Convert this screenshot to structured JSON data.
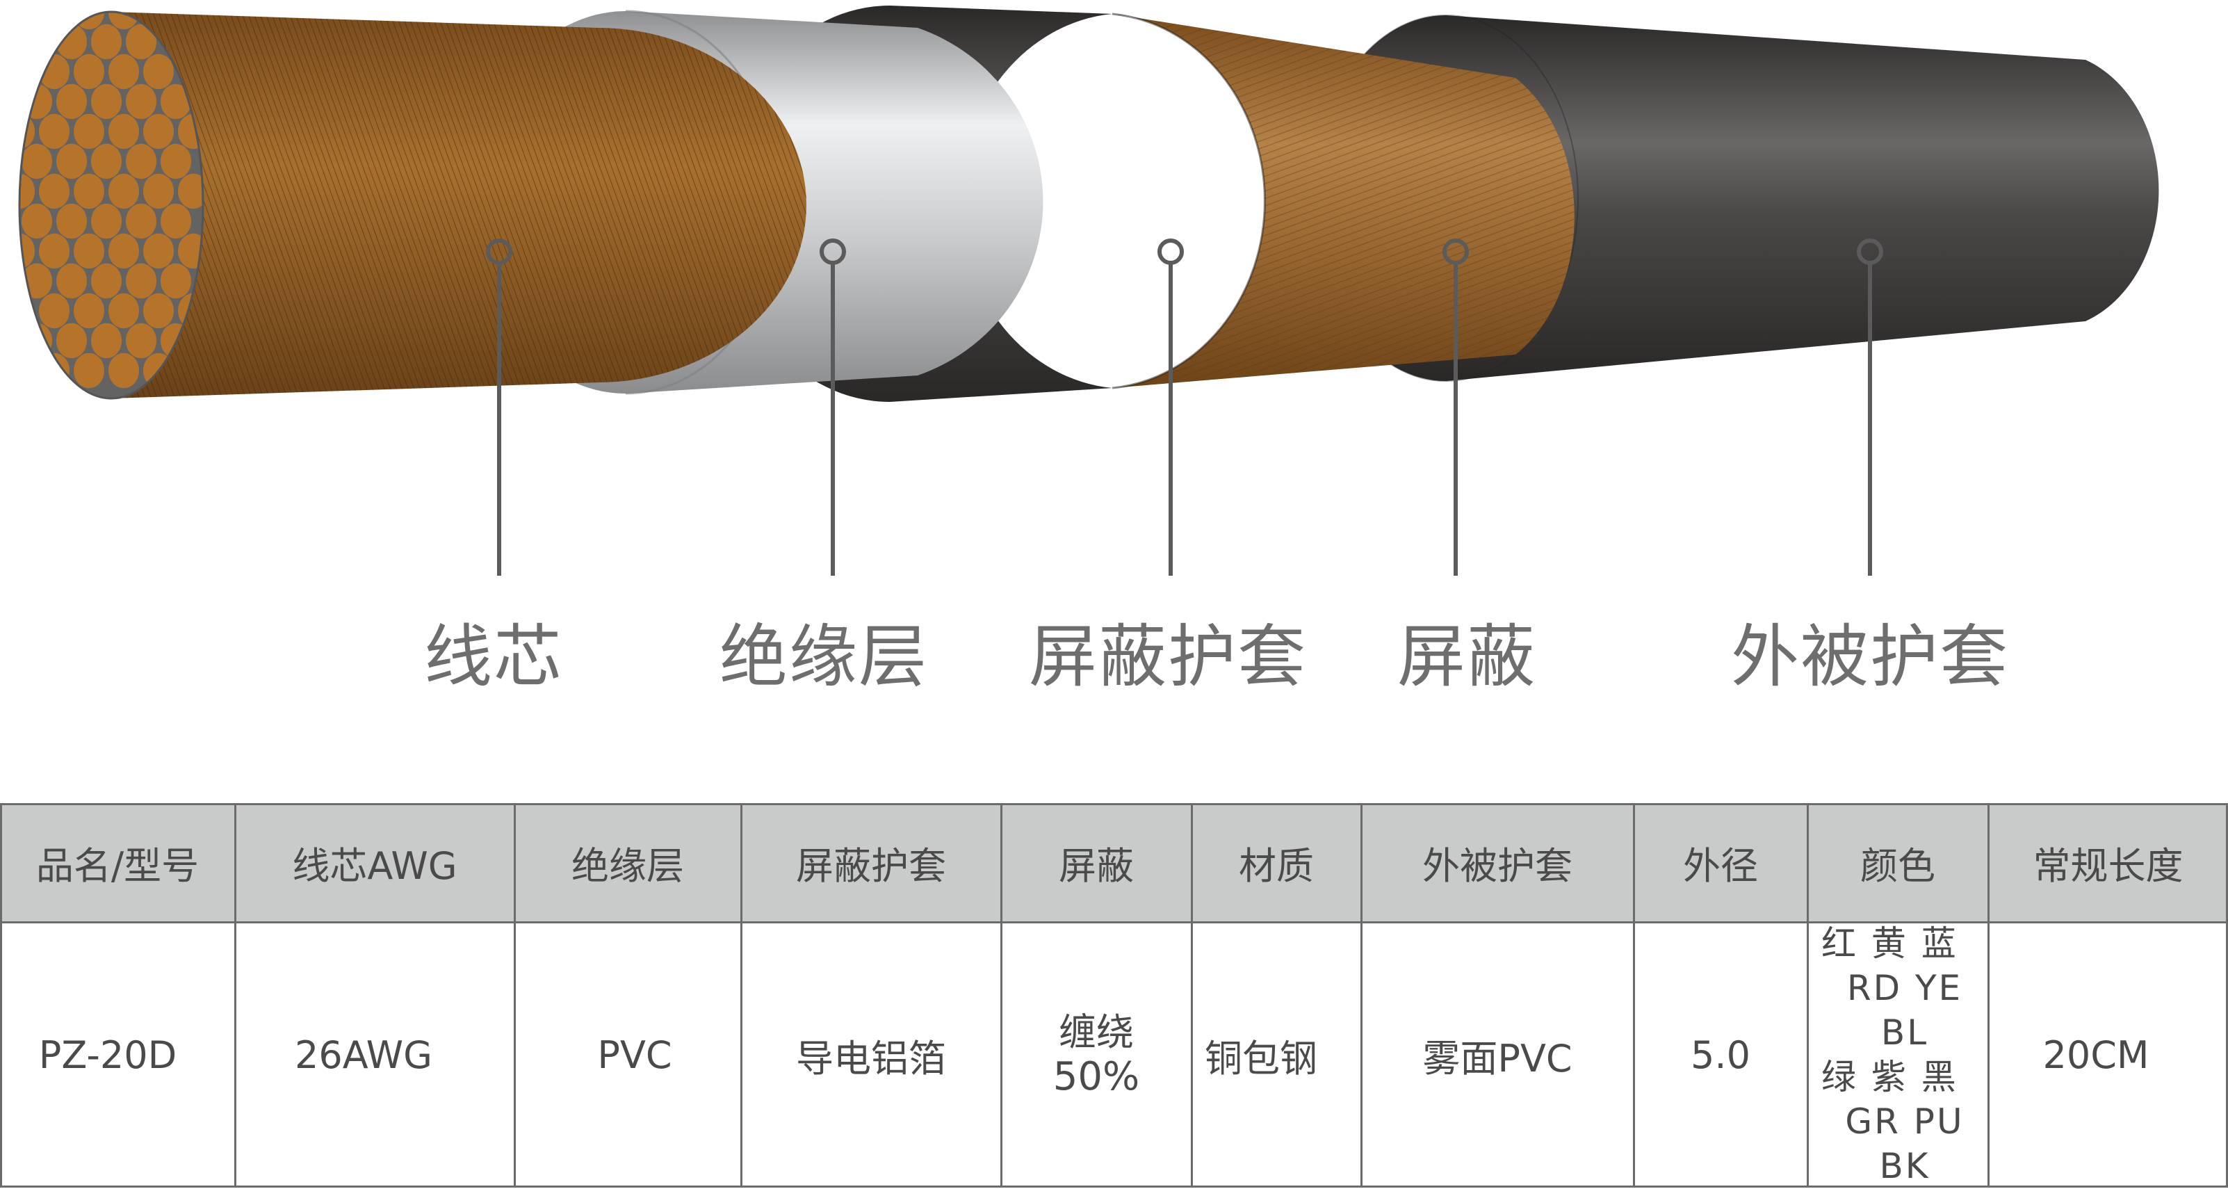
{
  "diagram": {
    "layer_labels": [
      {
        "id": "core",
        "text": "线芯"
      },
      {
        "id": "insulation",
        "text": "绝缘层"
      },
      {
        "id": "shield-jacket",
        "text": "屏蔽护套"
      },
      {
        "id": "shield",
        "text": "屏蔽"
      },
      {
        "id": "outer-jacket",
        "text": "外被护套"
      }
    ],
    "colors": {
      "copper": "#b5742a",
      "copper_dark": "#7a4e1f",
      "silver_light": "#e8e9ea",
      "silver_dark": "#9ea0a2",
      "jacket_dark": "#2f2c2c",
      "jacket_mid": "#5a5757",
      "braid_light": "#c9965a",
      "braid_dark": "#8a5a24",
      "leader": "#5b5b5b",
      "label": "#6e6e6e"
    }
  },
  "table": {
    "headers": {
      "model": "品名/型号",
      "core": "线芯AWG",
      "insulation": "绝缘层",
      "shield_jacket": "屏蔽护套",
      "shield": "屏蔽",
      "material": "材质",
      "outer_jacket": "外被护套",
      "diameter": "外径",
      "color": "颜色",
      "length": "常规长度"
    },
    "row": {
      "model": "PZ-20D",
      "core": "26AWG",
      "insulation": "PVC",
      "shield_jacket": "导电铝箔",
      "shield_line1": "缠绕",
      "shield_line2": "50%",
      "material": "铜包钢",
      "outer_jacket": "雾面PVC",
      "diameter": "5.0",
      "color_lines": [
        "红 黄 蓝",
        "RD YE BL",
        "绿 紫 黑",
        "GR PU BK"
      ],
      "length": "20CM"
    },
    "header_bg": "#c9caca",
    "border": "#6b6b6b"
  }
}
